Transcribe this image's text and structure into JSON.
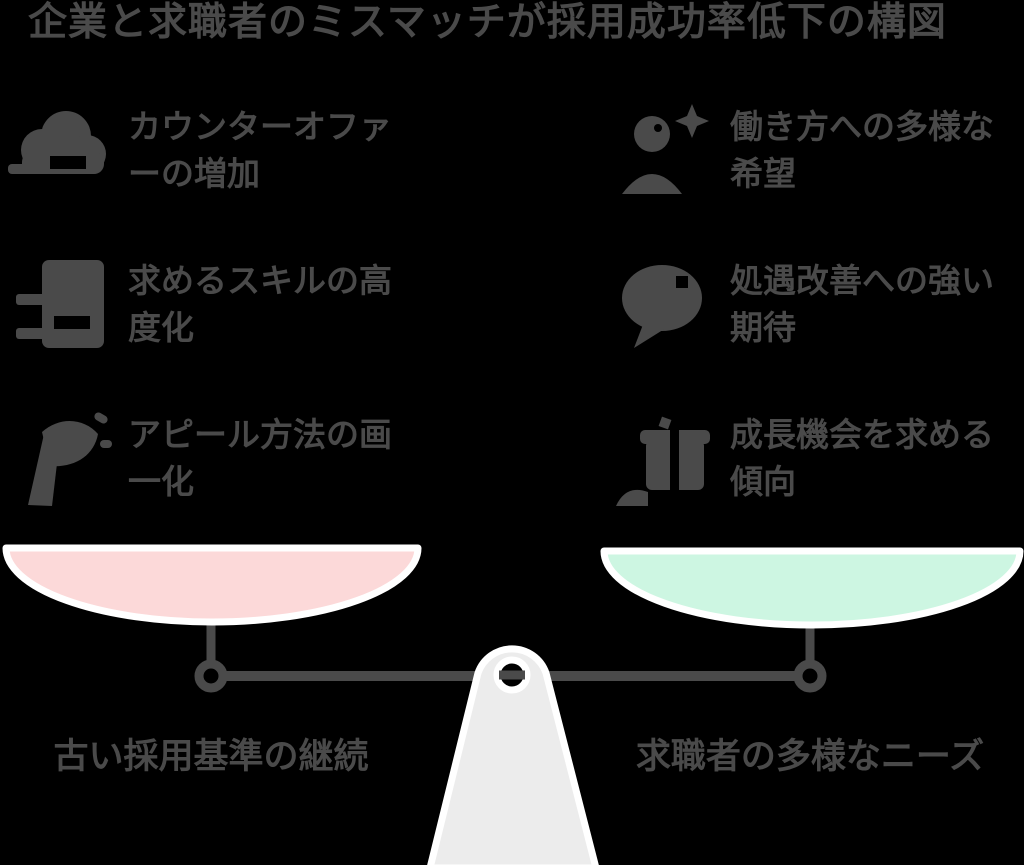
{
  "title": "企業と求職者のミスマッチが採用成功率低下の構図",
  "items": {
    "left": [
      {
        "icon": "cloud-icon",
        "label": "カウンターオファーの増加"
      },
      {
        "icon": "document-icon",
        "label": "求めるスキルの高度化"
      },
      {
        "icon": "megaphone-icon",
        "label": "アピール方法の画一化"
      }
    ],
    "right": [
      {
        "icon": "person-sparkle-icon",
        "label": "働き方への多様な希望"
      },
      {
        "icon": "speech-bubble-icon",
        "label": "処遇改善への強い期待"
      },
      {
        "icon": "gift-box-icon",
        "label": "成長機会を求める傾向"
      }
    ]
  },
  "scale": {
    "left_pan_label": "古い採用基準の継続",
    "right_pan_label": "求職者の多様なニーズ",
    "left_pan_color": "#fcd9d9",
    "right_pan_color": "#cdf6e2",
    "beam_color": "#4a4a4a",
    "fulcrum_color": "#ececec",
    "outline_color": "#ffffff"
  },
  "colors": {
    "background": "#000000",
    "text": "#4a4a4a"
  }
}
